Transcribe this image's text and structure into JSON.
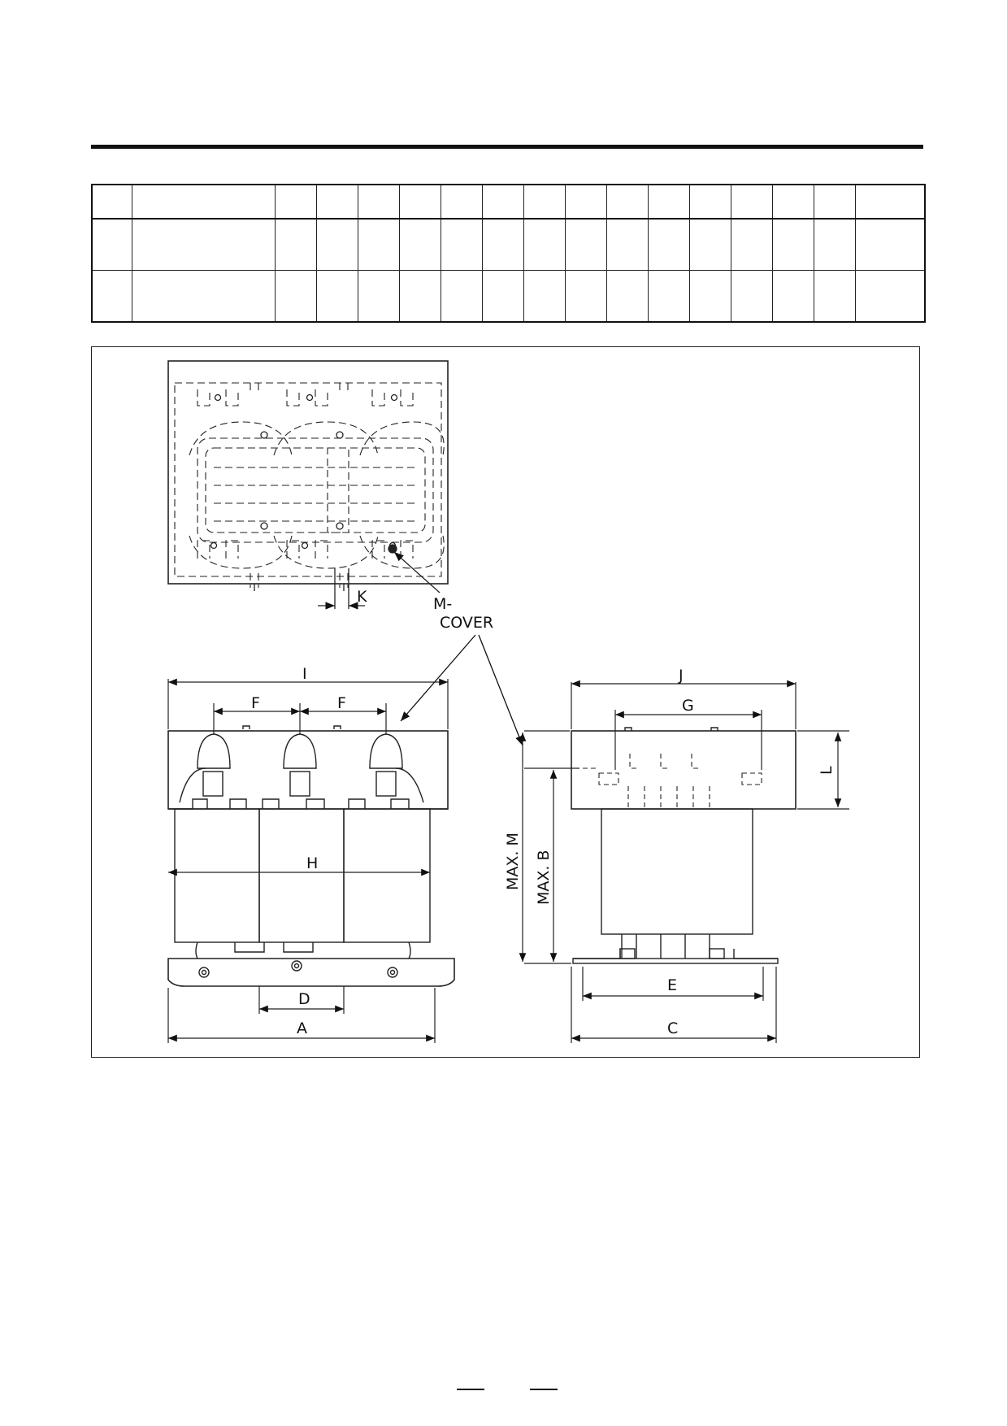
{
  "spec_table": {
    "columns": 17,
    "rows": [
      [
        "",
        "",
        "",
        "",
        "",
        "",
        "",
        "",
        "",
        "",
        "",
        "",
        "",
        "",
        "",
        "",
        ""
      ],
      [
        "",
        "",
        "",
        "",
        "",
        "",
        "",
        "",
        "",
        "",
        "",
        "",
        "",
        "",
        "",
        "",
        ""
      ],
      [
        "",
        "",
        "",
        "",
        "",
        "",
        "",
        "",
        "",
        "",
        "",
        "",
        "",
        "",
        "",
        "",
        ""
      ]
    ]
  },
  "drawing": {
    "labels": {
      "cover": "COVER",
      "i": "I",
      "f_left": "F",
      "f_right": "F",
      "h": "H",
      "d": "D",
      "a": "A",
      "j": "J",
      "g": "G",
      "l": "L",
      "max_m": "MAX. M",
      "max_b": "MAX. B",
      "e": "E",
      "c": "C",
      "k": "K",
      "m": "M-"
    }
  }
}
